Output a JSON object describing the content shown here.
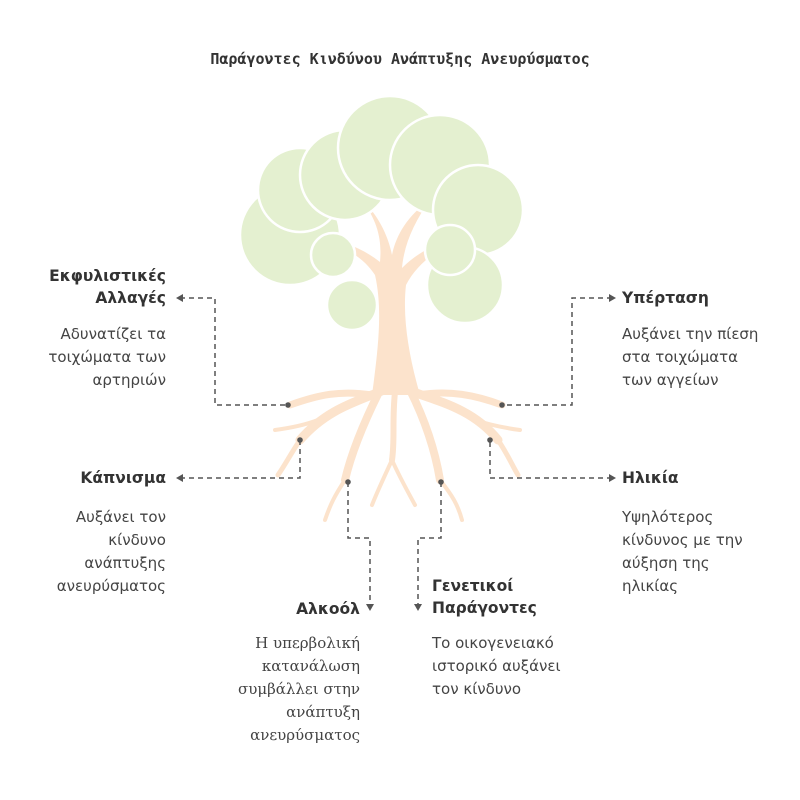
{
  "title": "Παράγοντες Κινδύνου Ανάπτυξης Ανευρύσματος",
  "colors": {
    "foliage": "#e4f0d0",
    "foliage_stroke": "#ffffff",
    "trunk": "#fce3cc",
    "connector": "#555555",
    "text": "#333333"
  },
  "factors": {
    "degenerative": {
      "heading": [
        "Εκφυλιστικές",
        "Αλλαγές"
      ],
      "desc": [
        "Αδυνατίζει τα",
        "τοιχώματα των",
        "αρτηριών"
      ]
    },
    "hypertension": {
      "heading": [
        "Υπέρταση"
      ],
      "desc": [
        "Αυξάνει την πίεση",
        "στα τοιχώματα",
        "των αγγείων"
      ]
    },
    "smoking": {
      "heading": [
        "Κάπνισμα"
      ],
      "desc": [
        "Αυξάνει τον",
        "κίνδυνο",
        "ανάπτυξης",
        "ανευρύσματος"
      ]
    },
    "age": {
      "heading": [
        "Ηλικία"
      ],
      "desc": [
        "Υψηλότερος",
        "κίνδυνος με την",
        "αύξηση της",
        "ηλικίας"
      ]
    },
    "alcohol": {
      "heading": [
        "Αλκοόλ"
      ],
      "desc": [
        "Η υπερβολική",
        "κατανάλωση",
        "συμβάλλει στην",
        "ανάπτυξη",
        "ανευρύσματος"
      ]
    },
    "genetic": {
      "heading": [
        "Γενετικοί",
        "Παράγοντες"
      ],
      "desc": [
        "Το οικογενειακό",
        "ιστορικό αυξάνει",
        "τον κίνδυνο"
      ]
    }
  }
}
